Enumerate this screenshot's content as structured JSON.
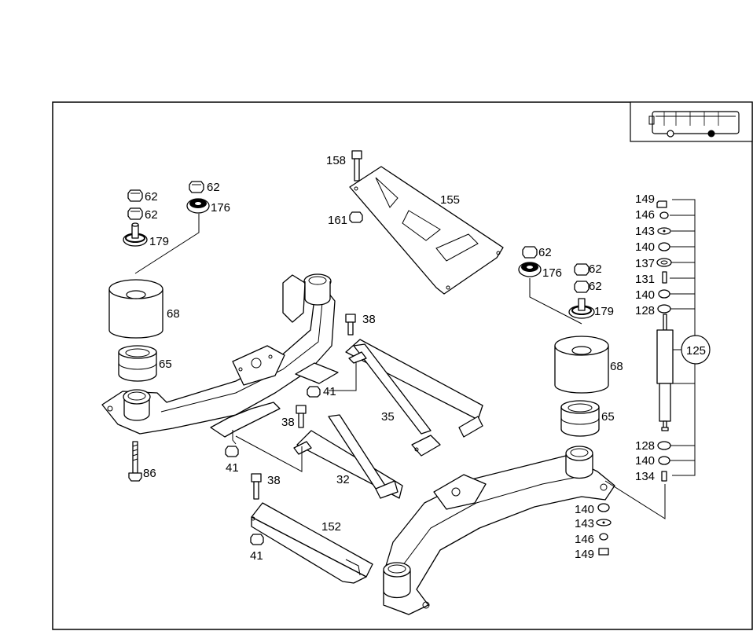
{
  "vehicle_icon": "bus-icon",
  "labels": {
    "l158": "158",
    "l155": "155",
    "l161": "161",
    "l62a": "62",
    "l62b": "62",
    "l62c": "62",
    "l176a": "176",
    "l179a": "179",
    "l68a": "68",
    "l65a": "65",
    "l86": "86",
    "l62d": "62",
    "l176b": "176",
    "l62e": "62",
    "l62f": "62",
    "l179b": "179",
    "l68b": "68",
    "l65b": "65",
    "l38a": "38",
    "l41a": "41",
    "l38b": "38",
    "l35": "35",
    "l41b": "41",
    "l32": "32",
    "l38c": "38",
    "l152": "152",
    "l41c": "41",
    "l149a": "149",
    "l146a": "146",
    "l143a": "143",
    "l140a": "140",
    "l137": "137",
    "l131": "131",
    "l140b": "140",
    "l128a": "128",
    "l125": "125",
    "l128b": "128",
    "l140c": "140",
    "l134": "134",
    "l140d": "140",
    "l143b": "143",
    "l146b": "146",
    "l149b": "149"
  }
}
